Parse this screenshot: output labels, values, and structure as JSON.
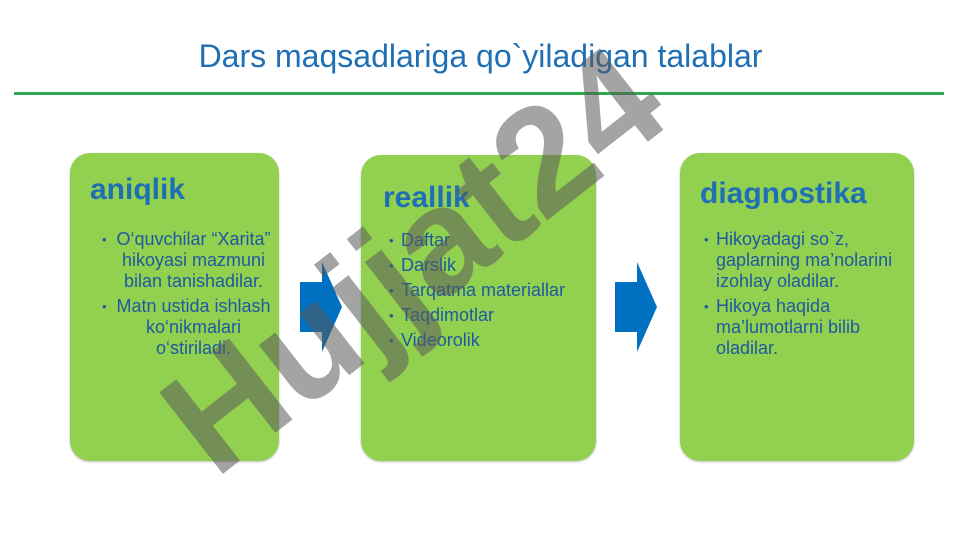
{
  "title": "Dars maqsadlariga  qo`yiladigan talablar",
  "cards": [
    {
      "heading": "aniqlik",
      "items": [
        "O‘quvchilar “Xarita” hikoyasi mazmuni bilan tanishadilar.",
        "Matn ustida ishlash ko‘nikmalari o‘stiriladi."
      ]
    },
    {
      "heading": "reallik",
      "items": [
        "Daftar",
        "Darslik",
        "Tarqatma materiallar",
        "Taqdimotlar",
        "Videorolik"
      ]
    },
    {
      "heading": "diagnostika",
      "items": [
        "Hikoyadagi so`z, gaplarning ma’nolarini izohlay oladilar.",
        "Hikoya haqida ma’lumotlarni bilib oladilar."
      ]
    }
  ],
  "watermark": "Hujjat24",
  "colors": {
    "title": "#1f6fb5",
    "card": "#92d050",
    "rule": "#2fa84f",
    "arrow": "#0070c0"
  },
  "icons": [
    "chevron-right-arrow-icon",
    "chevron-right-arrow-icon"
  ]
}
